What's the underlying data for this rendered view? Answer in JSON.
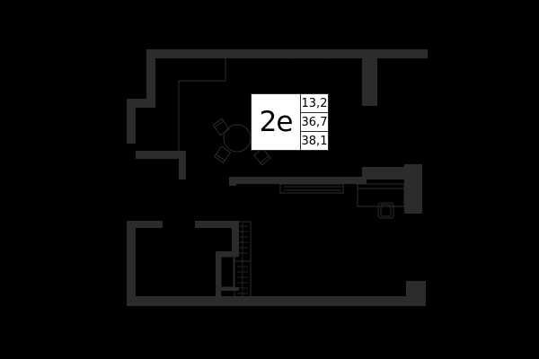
{
  "plan": {
    "apartment_type": "2е",
    "areas": [
      {
        "name": "living-area",
        "value": "13,2"
      },
      {
        "name": "area-2",
        "value": "36,7"
      },
      {
        "name": "total-area",
        "value": "38,1"
      }
    ],
    "colors": {
      "background": "#000000",
      "wall": "#2e2c2a",
      "label_bg": "#ffffff",
      "label_text": "#000000"
    }
  }
}
